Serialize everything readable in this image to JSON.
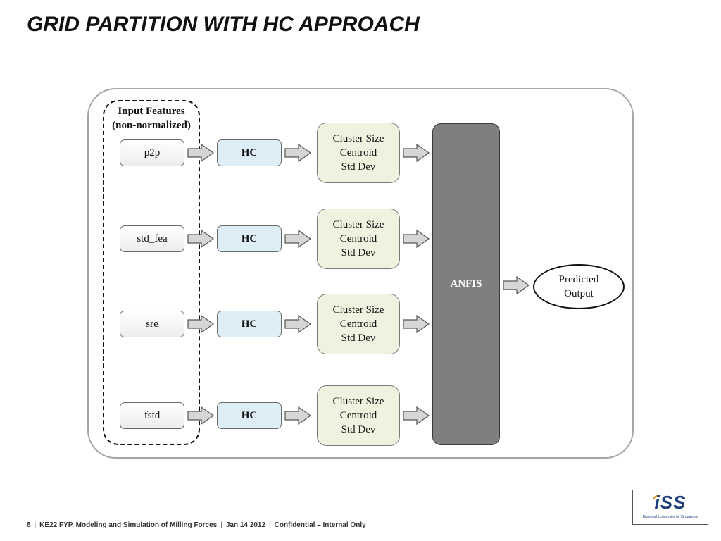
{
  "slide": {
    "title": "GRID PARTITION WITH HC APPROACH"
  },
  "diagram": {
    "input_group": {
      "title_line1": "Input Features",
      "title_line2": "(non-normalized)"
    },
    "rows": [
      {
        "feature": "p2p",
        "hc": "HC",
        "stats": [
          "Cluster Size",
          "Centroid",
          "Std Dev"
        ]
      },
      {
        "feature": "std_fea",
        "hc": "HC",
        "stats": [
          "Cluster Size",
          "Centroid",
          "Std Dev"
        ]
      },
      {
        "feature": "sre",
        "hc": "HC",
        "stats": [
          "Cluster Size",
          "Centroid",
          "Std Dev"
        ]
      },
      {
        "feature": "fstd",
        "hc": "HC",
        "stats": [
          "Cluster Size",
          "Centroid",
          "Std Dev"
        ]
      }
    ],
    "anfis": "ANFIS",
    "output": [
      "Predicted",
      "Output"
    ]
  },
  "footer": {
    "page": "8",
    "course": "KE22 FYP, Modeling and Simulation of Milling Forces",
    "date": "Jan 14 2012",
    "classification": "Confidential – Internal Only"
  },
  "logo": {
    "mark": "iSS",
    "subtitle": "National University of Singapore"
  },
  "colors": {
    "hc_fill": "#ddeef6",
    "stats_fill": "#eef3df",
    "anfis_fill": "#7f7f7f",
    "logo_blue": "#1f3f7a"
  }
}
